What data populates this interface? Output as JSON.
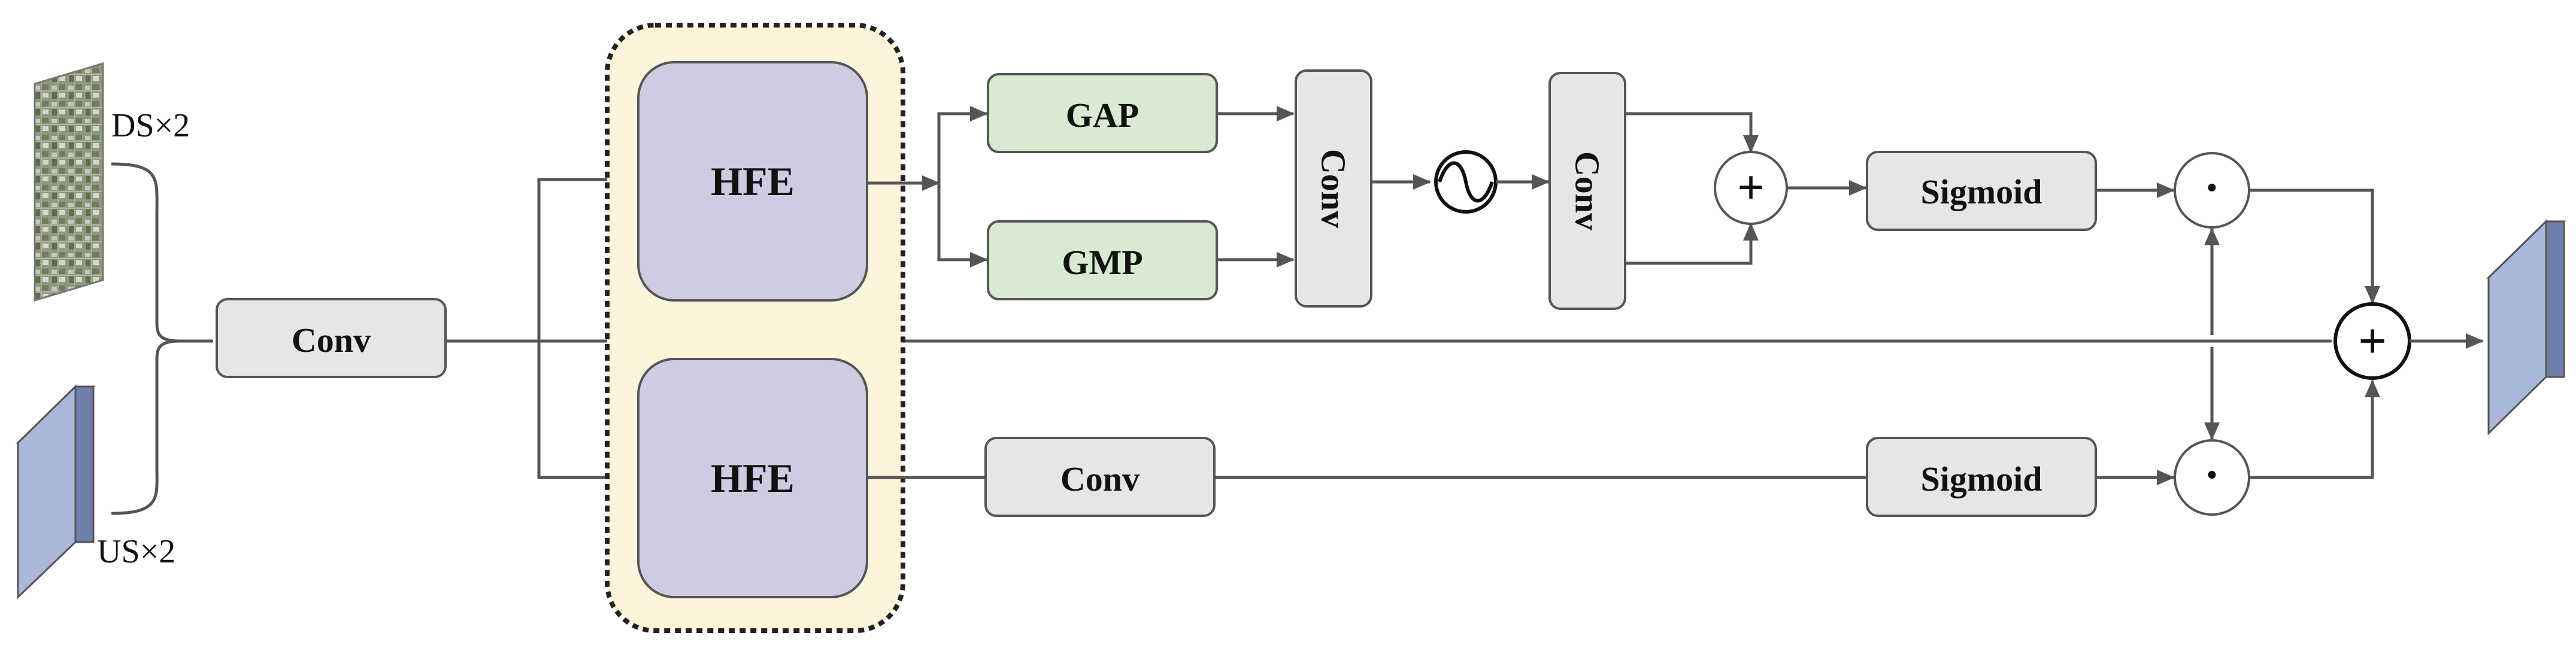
{
  "inputs": {
    "ds_label": "DS×2",
    "us_label": "US×2"
  },
  "blocks": {
    "conv_input": "Conv",
    "hfe_top": "HFE",
    "hfe_bottom": "HFE",
    "gap": "GAP",
    "gmp": "GMP",
    "conv_vertical_1": "Conv",
    "conv_vertical_2": "Conv",
    "sigmoid_top": "Sigmoid",
    "conv_lower": "Conv",
    "sigmoid_bottom": "Sigmoid"
  },
  "operators": {
    "add_symbol": "+",
    "multiply_symbol": "·",
    "activation_symbol": "~"
  },
  "colors": {
    "hfe_fill": "#cfcbe2",
    "hfe_group_fill": "#fcf5dc",
    "pool_fill": "#d9ead3",
    "block_fill": "#e6e6e6",
    "feature_map_fill": "#a9b8db",
    "line": "#555555"
  }
}
